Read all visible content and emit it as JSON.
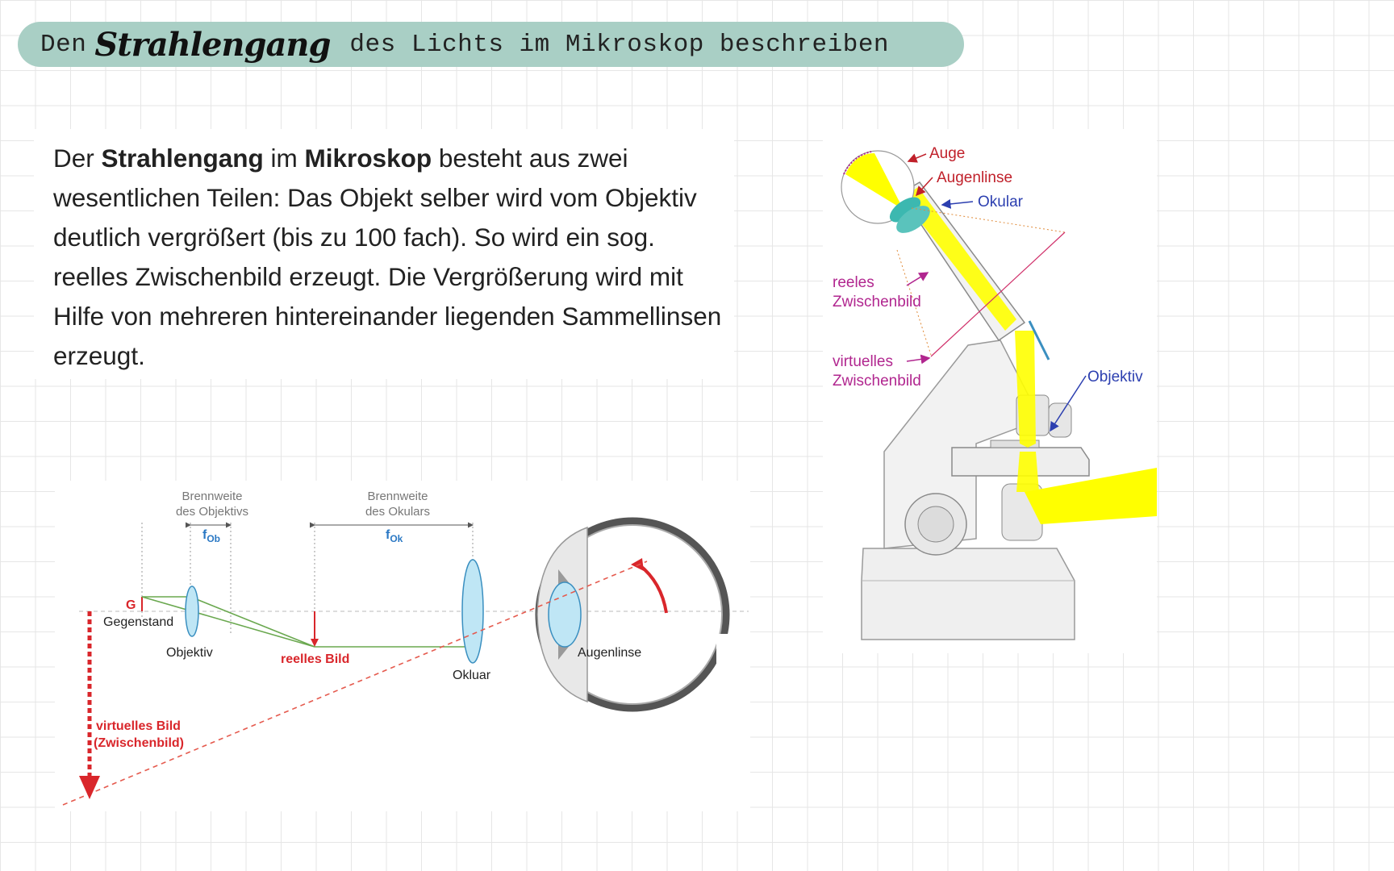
{
  "title": {
    "prefix": "Den",
    "highlight": "Strahlengang",
    "suffix": "des Lichts im Mikroskop beschreiben"
  },
  "intro": {
    "s1": "Der ",
    "b1": "Strahlengang",
    "s2": " im ",
    "b2": "Mikroskop",
    "s3": " besteht aus zwei wesentlichen Teilen: Das Objekt selber wird vom Objektiv deutlich vergrößert (bis zu 100 fach). So wird ein sog. reelles Zwischenbild erzeugt. Die Vergrößerung wird mit Hilfe von mehreren hintereinander liegenden Sammellinsen erzeugt."
  },
  "diagram": {
    "brennweite_objektiv_1": "Brennweite",
    "brennweite_objektiv_2": "des Objektivs",
    "f_ob_main": "f",
    "f_ob_sub": "Ob",
    "brennweite_okular_1": "Brennweite",
    "brennweite_okular_2": "des Okulars",
    "f_ok_main": "f",
    "f_ok_sub": "Ok",
    "g_label": "G",
    "gegenstand": "Gegenstand",
    "objektiv": "Objektiv",
    "reelles_bild": "reelles Bild",
    "okluar": "Okluar",
    "augenlinse": "Augenlinse",
    "virtuelles_1": "virtuelles Bild",
    "virtuelles_2": "(Zwischenbild)"
  },
  "microscope": {
    "auge": "Auge",
    "augenlinse": "Augenlinse",
    "okular": "Okular",
    "reeles_1": "reeles",
    "reeles_2": "Zwischenbild",
    "virtuelles_1": "virtuelles",
    "virtuelles_2": "Zwischenbild",
    "objektiv": "Objektiv"
  },
  "colors": {
    "title_bar": "#a9cfc5",
    "red_label": "#d9262b",
    "blue_label": "#2c3fb0",
    "magenta_label": "#b1268f",
    "light_beam": "#ffff00",
    "ray_green": "#6aa84f",
    "lens_fill": "#bfe6f5"
  }
}
